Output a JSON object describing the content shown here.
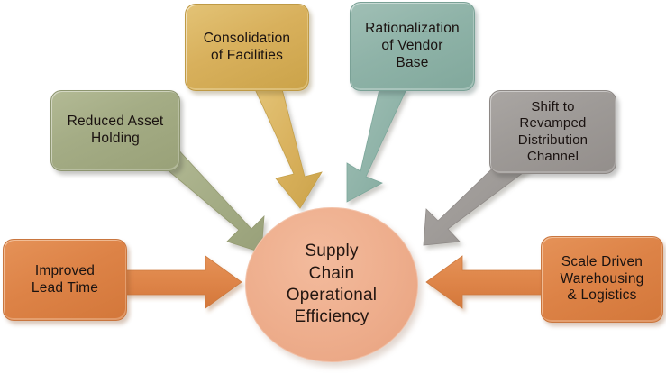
{
  "diagram": {
    "title": "Supply Chain Operational Efficiency",
    "center": {
      "label": "Supply\nChain\nOperational\nEfficiency",
      "shape": "circle",
      "fill": "#eeae8d",
      "text_color": "#231611"
    },
    "nodes": [
      {
        "id": "reduced-asset-holding",
        "label": "Reduced Asset\nHolding",
        "fill": "#a4ac85",
        "shape": "rounded-rectangle",
        "position": "upper-left"
      },
      {
        "id": "consolidation-of-facilities",
        "label": "Consolidation\nof Facilities",
        "fill": "#d8b05c",
        "shape": "rounded-rectangle",
        "position": "top-left-center"
      },
      {
        "id": "rationalization-of-vendor-base",
        "label": "Rationalization\nof Vendor\nBase",
        "fill": "#8fb3a8",
        "shape": "rounded-rectangle",
        "position": "top-right-center"
      },
      {
        "id": "shift-to-revamped-distribution-channel",
        "label": "Shift to\nRevamped\nDistribution\nChannel",
        "fill": "#9e9a97",
        "shape": "rounded-rectangle",
        "position": "upper-right"
      },
      {
        "id": "improved-lead-time",
        "label": "Improved\nLead Time",
        "fill": "#dd8347",
        "shape": "rounded-rectangle",
        "position": "left"
      },
      {
        "id": "scale-driven-warehousing-logistics",
        "label": "Scale Driven\nWarehousing\n& Logistics",
        "fill": "#dd8347",
        "shape": "rounded-rectangle",
        "position": "right"
      }
    ],
    "arrows": [
      {
        "id": "arrow-reduced-asset-holding",
        "from": "reduced-asset-holding",
        "to": "center",
        "color": "#a4ac85",
        "direction": "down-right"
      },
      {
        "id": "arrow-consolidation-of-facilities",
        "from": "consolidation-of-facilities",
        "to": "center",
        "color": "#d8b05c",
        "direction": "down"
      },
      {
        "id": "arrow-rationalization-of-vendor-base",
        "from": "rationalization-of-vendor-base",
        "to": "center",
        "color": "#8fb3a8",
        "direction": "down-left"
      },
      {
        "id": "arrow-shift-to-revamped-distribution-channel",
        "from": "shift-to-revamped-distribution-channel",
        "to": "center",
        "color": "#9e9a97",
        "direction": "down-left"
      },
      {
        "id": "arrow-improved-lead-time",
        "from": "improved-lead-time",
        "to": "center",
        "color": "#dd8347",
        "direction": "right"
      },
      {
        "id": "arrow-scale-driven-warehousing-logistics",
        "from": "scale-driven-warehousing-logistics",
        "to": "center",
        "color": "#dd8347",
        "direction": "left"
      }
    ],
    "background": "#ffffff"
  }
}
